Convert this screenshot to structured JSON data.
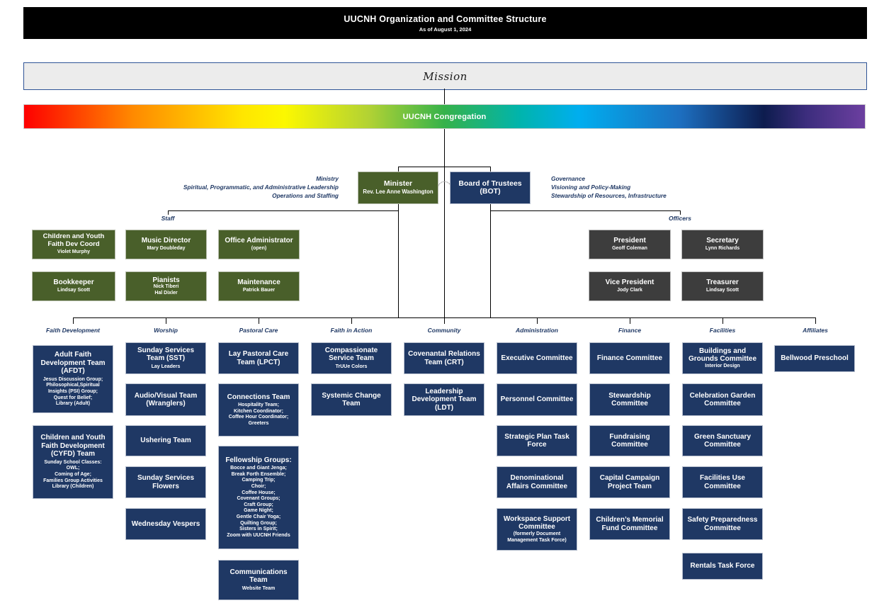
{
  "header": {
    "title": "UUCNH Organization and Committee Structure",
    "subtitle": "As of August 1, 2024"
  },
  "mission": {
    "label": "Mission"
  },
  "congregation": {
    "label": "UUCNH Congregation"
  },
  "minister": {
    "title": "Minister",
    "subtitle": "Rev. Lee Anne Washington",
    "annotation": "Ministry\nSpiritual, Programmatic, and Administrative Leadership\nOperations and Staffing"
  },
  "board": {
    "title": "Board of Trustees (BOT)",
    "annotation": "Governance\nVisioning and Policy-Making\nStewardship of Resources, Infrastructure"
  },
  "staff": {
    "label": "Staff",
    "boxes": [
      {
        "title": "Children and Youth Faith Dev Coord",
        "subtitle": "Violet Murphy"
      },
      {
        "title": "Music Director",
        "subtitle": "Mary Doubleday"
      },
      {
        "title": "Office Administrator",
        "subtitle": "(open)"
      },
      {
        "title": "Bookkeeper",
        "subtitle": "Lindsay Scott"
      },
      {
        "title": "Pianists",
        "subtitle": "Nick Tiberi\nHal Dixler"
      },
      {
        "title": "Maintenance",
        "subtitle": "Patrick Bauer"
      }
    ]
  },
  "officers": {
    "label": "Officers",
    "boxes": [
      {
        "title": "President",
        "subtitle": "Geoff Coleman"
      },
      {
        "title": "Secretary",
        "subtitle": "Lynn Richards"
      },
      {
        "title": "Vice President",
        "subtitle": "Jody Clark"
      },
      {
        "title": "Treasurer",
        "subtitle": "Lindsay Scott"
      }
    ]
  },
  "columns": [
    {
      "label": "Faith Development",
      "boxes": [
        {
          "title": "Adult Faith Development Team (AFDT)",
          "subtitle": "Jesus Discussion Group;\nPhilosophical,Spiritual\nInsights (PSI) Group;\nQuest for Belief;\nLibrary (Adult)"
        },
        {
          "title": "Children and Youth Faith Development (CYFD) Team",
          "subtitle": "Sunday School Classes:\nOWL;\nComing of Age;\nFamilies Group Activities\nLibrary (Children)"
        }
      ]
    },
    {
      "label": "Worship",
      "boxes": [
        {
          "title": "Sunday Services Team (SST)",
          "subtitle": "Lay Leaders"
        },
        {
          "title": "Audio/Visual Team (Wranglers)"
        },
        {
          "title": "Ushering Team"
        },
        {
          "title": "Sunday Services Flowers"
        },
        {
          "title": "Wednesday Vespers"
        }
      ]
    },
    {
      "label": "Pastoral Care",
      "boxes": [
        {
          "title": "Lay Pastoral Care Team (LPCT)"
        },
        {
          "title": "Connections Team",
          "subtitle": "Hospitality Team;\nKitchen Coordinator;\nCoffee Hour Coordinator;\nGreeters"
        },
        {
          "title": "Fellowship Groups:",
          "subtitle": "Bocce and Giant Jenga;\nBreak Forth Ensemble;\nCamping Trip;\nChoir;\nCoffee House;\nCovenant Groups;\nCraft Group;\nGame Night;\nGentle Chair Yoga;\nQuilting Group;\nSisters in Spirit;\nZoom with UUCNH Friends"
        },
        {
          "title": "Communications Team",
          "subtitle": "Website Team"
        }
      ]
    },
    {
      "label": "Faith in Action",
      "boxes": [
        {
          "title": "Compassionate Service Team",
          "subtitle": "TrUUe Colors"
        },
        {
          "title": "Systemic Change Team"
        }
      ]
    },
    {
      "label": "Community",
      "boxes": [
        {
          "title": "Covenantal Relations Team (CRT)"
        },
        {
          "title": "Leadership Development Team (LDT)"
        }
      ]
    },
    {
      "label": "Administration",
      "boxes": [
        {
          "title": "Executive Committee"
        },
        {
          "title": "Personnel Committee"
        },
        {
          "title": "Strategic Plan Task Force"
        },
        {
          "title": "Denominational Affairs Committee"
        },
        {
          "title": "Workspace Support Committee",
          "subtitle": "(formerly Document\nManagement Task Force)"
        }
      ]
    },
    {
      "label": "Finance",
      "boxes": [
        {
          "title": "Finance Committee"
        },
        {
          "title": "Stewardship Committee"
        },
        {
          "title": "Fundraising Committee"
        },
        {
          "title": "Capital Campaign Project Team"
        },
        {
          "title": "Children’s Memorial Fund Committee"
        }
      ]
    },
    {
      "label": "Facilities",
      "boxes": [
        {
          "title": "Buildings and Grounds Committee",
          "subtitle": "Interior Design"
        },
        {
          "title": "Celebration Garden Committee"
        },
        {
          "title": "Green Sanctuary Committee"
        },
        {
          "title": "Facilities Use Committee"
        },
        {
          "title": "Safety Preparedness Committee"
        },
        {
          "title": "Rentals Task Force"
        }
      ]
    },
    {
      "label": "Affiliates",
      "boxes": [
        {
          "title": "Bellwood Preschool"
        }
      ]
    }
  ],
  "colors": {
    "box_green": "#495f2a",
    "box_navy": "#1f3864",
    "box_gray": "#3d3d3d",
    "annotation_blue": "#1f3864",
    "header_black": "#000000",
    "mission_fill": "#ececec"
  }
}
